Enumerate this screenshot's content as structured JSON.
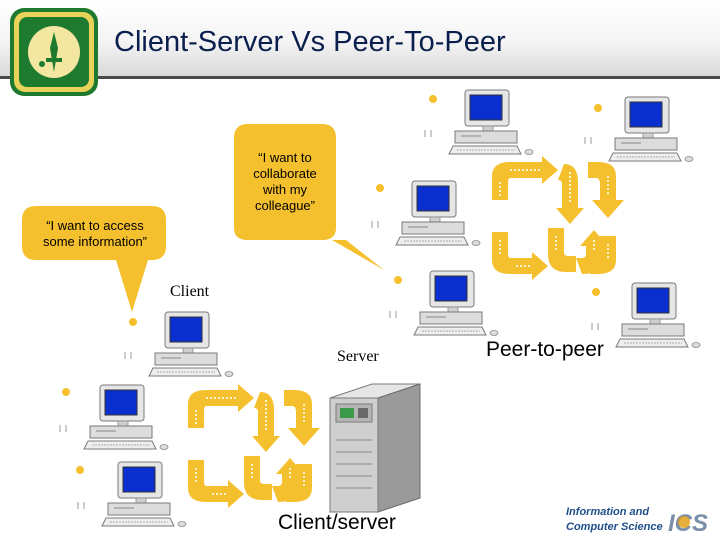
{
  "slide": {
    "title": "Client-Server Vs Peer-To-Peer"
  },
  "bubbles": {
    "collaborate": [
      "“I want to",
      "collaborate",
      "with my",
      "colleague”"
    ],
    "access": [
      "“I want to access",
      "some information”"
    ]
  },
  "labels": {
    "client": "Client",
    "server": "Server",
    "client_server": "Client/server",
    "peer_to_peer": "Peer-to-peer"
  },
  "footer_logo": {
    "line1": "Information and",
    "line2": "Computer Science",
    "mark": "ICS"
  },
  "colors": {
    "bubble": "#f5c02e",
    "arrow": "#f5c02e",
    "screen": "#0b2fcf",
    "title": "#0a1f4d"
  }
}
